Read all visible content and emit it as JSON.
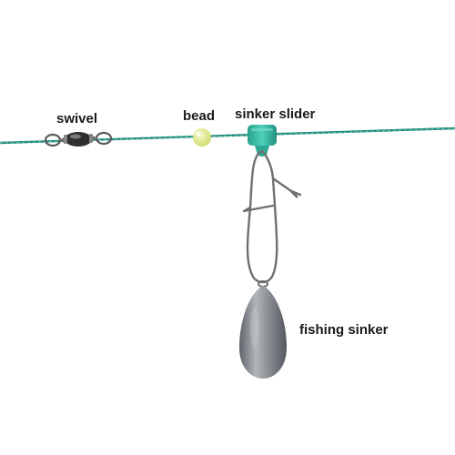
{
  "labels": {
    "swivel": "swivel",
    "bead": "bead",
    "sinker_slider": "sinker slider",
    "fishing_sinker": "fishing sinker"
  },
  "colors": {
    "background": "#ffffff",
    "line": "#1f8a7a",
    "bead": "#e3ec8e",
    "slider": "#33b8a2",
    "metal": "#6d6d6d",
    "sinker": "#8a8d93",
    "label_text": "#1a1a1a"
  }
}
